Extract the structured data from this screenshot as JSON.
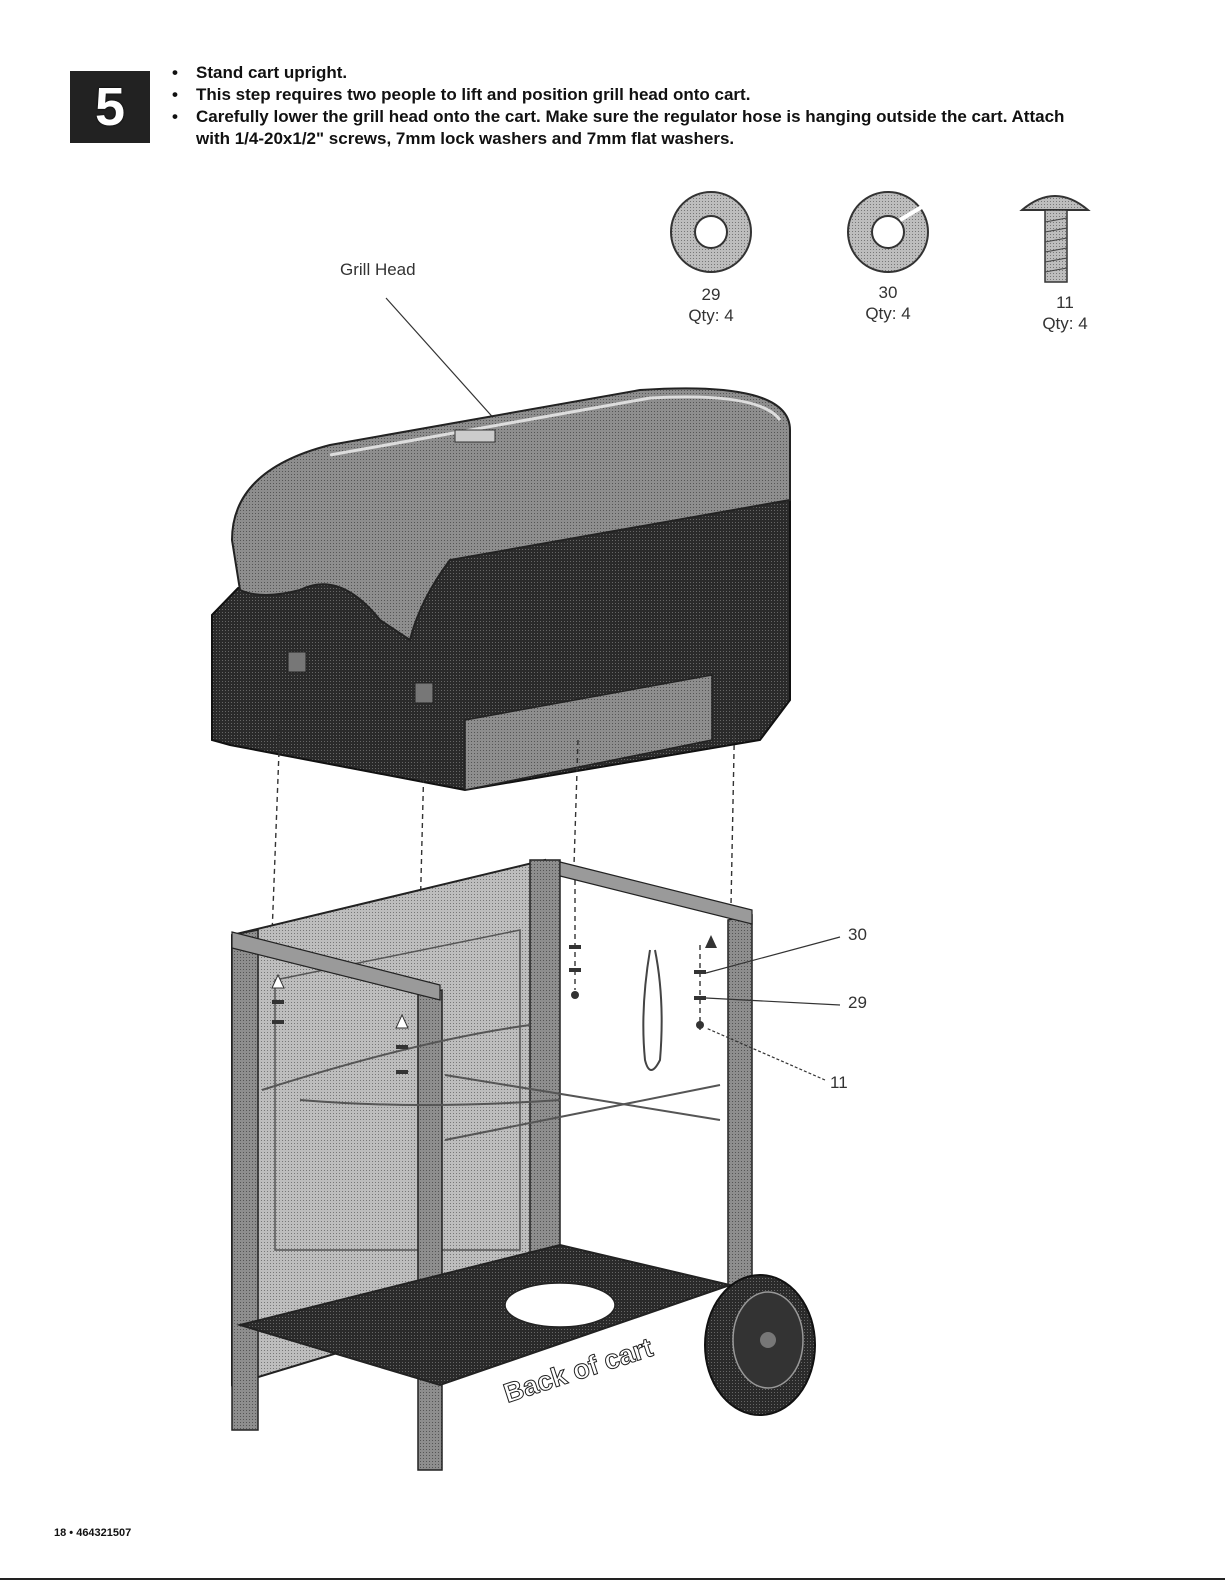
{
  "step": {
    "number": "5"
  },
  "instructions": [
    "Stand cart upright.",
    "This step requires two people to lift and position grill head onto cart.",
    "Carefully lower the grill head onto the cart. Make sure the regulator hose is hanging outside the cart. Attach with 1/4-20x1/2\" screws, 7mm lock washers and 7mm flat washers."
  ],
  "parts": [
    {
      "number": "29",
      "qty": "Qty: 4",
      "icon": "flat-washer-icon"
    },
    {
      "number": "30",
      "qty": "Qty: 4",
      "icon": "lock-washer-icon"
    },
    {
      "number": "11",
      "qty": "Qty: 4",
      "icon": "screw-icon"
    }
  ],
  "callouts": {
    "grill_head": "Grill Head",
    "lock_washer": "30",
    "flat_washer": "29",
    "screw": "11",
    "back_of_cart": "Back of cart"
  },
  "footer": "18 • 464321507"
}
